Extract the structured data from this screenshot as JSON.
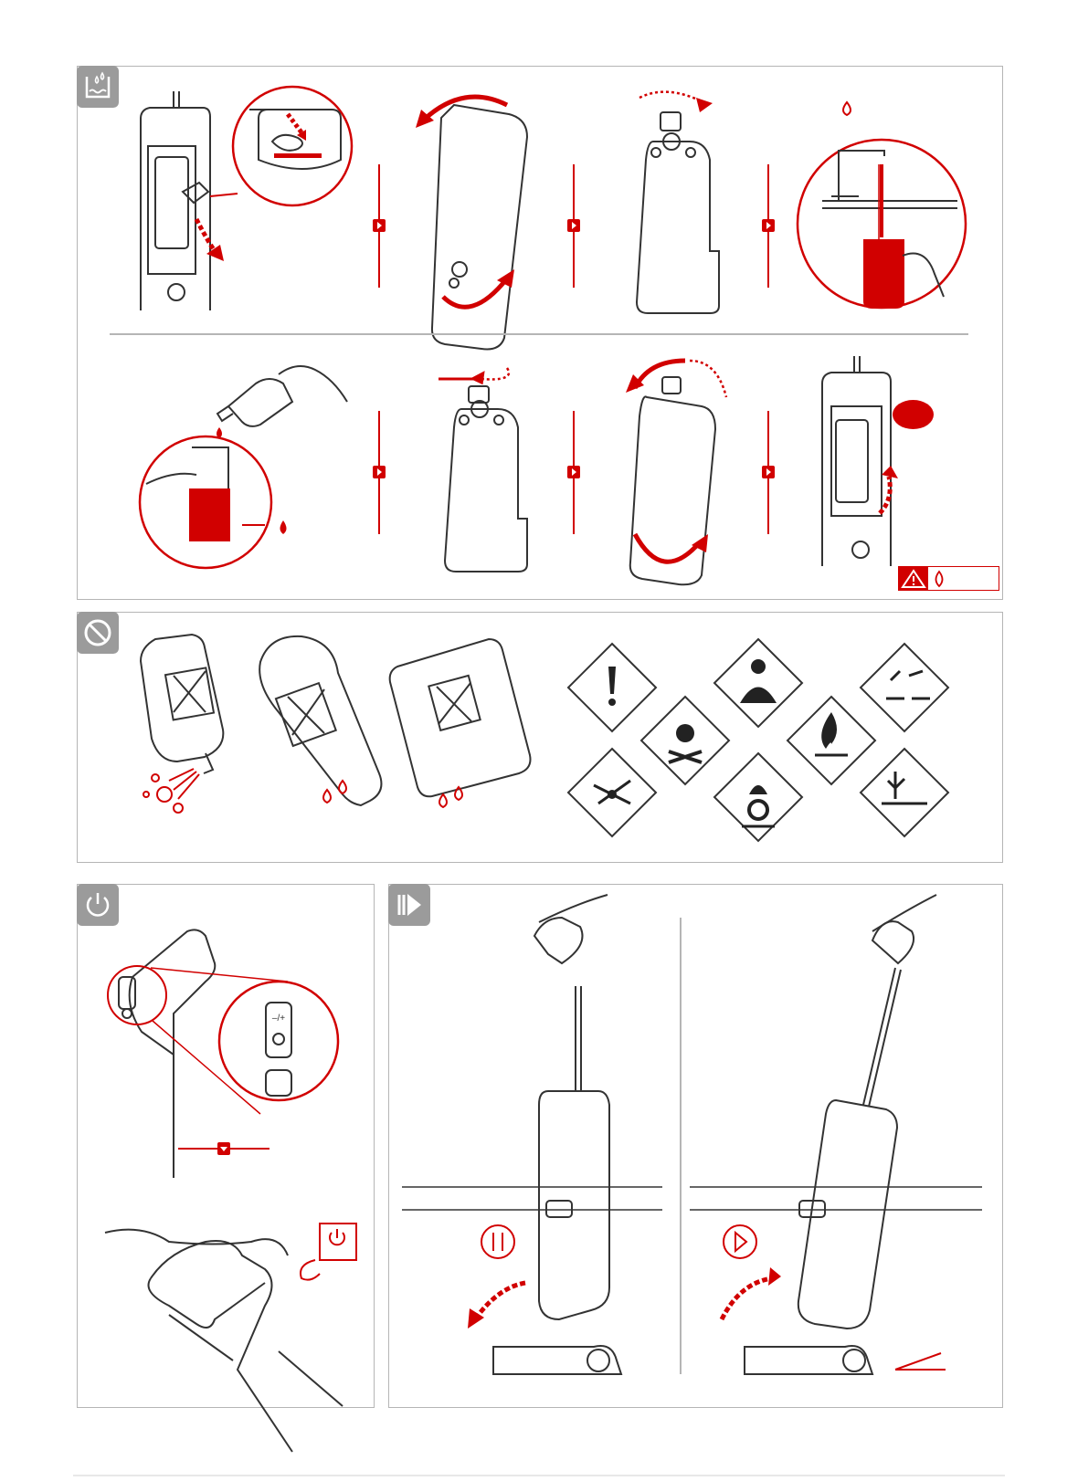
{
  "sections": {
    "fill_tank": {
      "icon": "water-tank-icon"
    },
    "prohibited": {
      "icon": "prohibited-icon"
    },
    "power": {
      "icon": "power-icon"
    },
    "operate": {
      "icon": "play-pause-icon"
    }
  },
  "steps": {
    "row1": [
      "remove-tank",
      "rotate-tank",
      "unscrew-cap",
      "fill-water"
    ],
    "row2": [
      "add-detergent",
      "screw-cap",
      "rotate-back",
      "insert-tank"
    ]
  },
  "hazard_symbols": [
    "exclamation-mark-icon",
    "health-hazard-icon",
    "corrosive-icon",
    "skull-crossbones-icon",
    "flammable-icon",
    "explosive-icon",
    "oxidizer-icon",
    "environment-hazard-icon"
  ],
  "controls": {
    "minus_plus": "–/+",
    "power": "⏻"
  },
  "colors": {
    "accent": "#d10000",
    "gray": "#9b9b9b",
    "line": "#333333"
  }
}
